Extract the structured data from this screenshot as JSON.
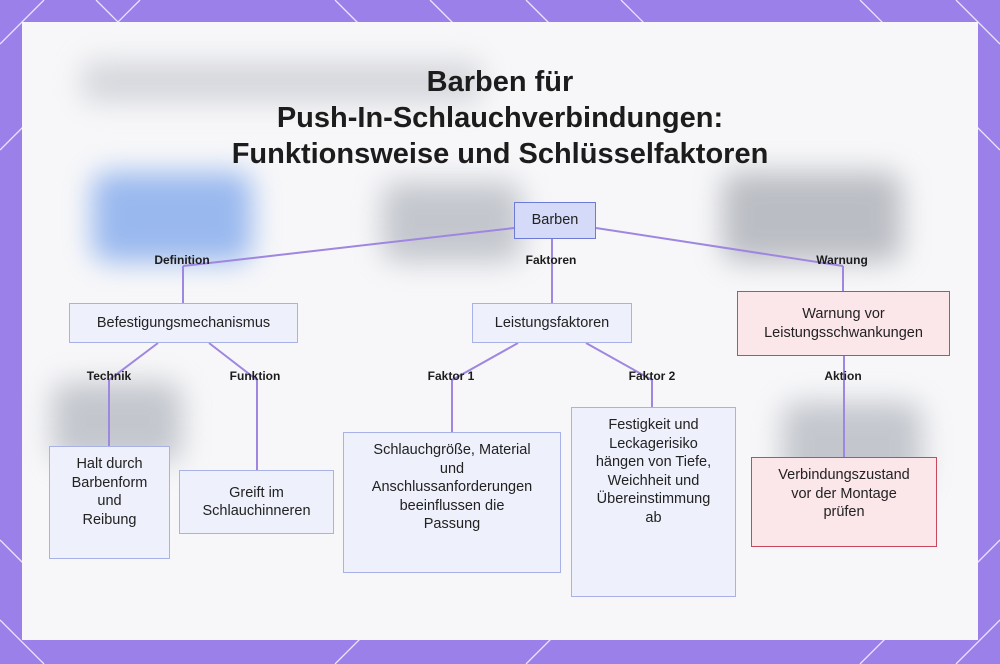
{
  "title_lines": [
    "Barben für",
    "Push-In-Schlauchverbindungen:",
    "Funktionsweise und Schlüsselfaktoren"
  ],
  "colors": {
    "frame": "#9b80ea",
    "edge": "#9f86e0",
    "node_fill": "#eef0fb",
    "node_border": "#a9b2e6",
    "warn_fill": "#fbe6ea",
    "warn_border": "#c9485e"
  },
  "nodes": {
    "root": "Barben",
    "befestigung": "Befestigungsmechanismus",
    "leistung": "Leistungsfaktoren",
    "warnung": "Warnung vor\nLeistungsschwankungen",
    "halt": "Halt durch\nBarbenform\nund\nReibung",
    "greift": "Greift im\nSchlauchinneren",
    "schlauch": "Schlauchgröße, Material\nund\nAnschlussanforderungen\nbeeinflussen die\nPassung",
    "festigkeit": "Festigkeit und\nLeckagerisiko\nhängen von Tiefe,\nWeichheit und\nÜbereinstimmung\nab",
    "verbindung": "Verbindungszustand\nvor der Montage\nprüfen"
  },
  "edge_labels": {
    "definition": "Definition",
    "faktoren": "Faktoren",
    "warnung": "Warnung",
    "technik": "Technik",
    "funktion": "Funktion",
    "faktor1": "Faktor 1",
    "faktor2": "Faktor 2",
    "aktion": "Aktion"
  }
}
